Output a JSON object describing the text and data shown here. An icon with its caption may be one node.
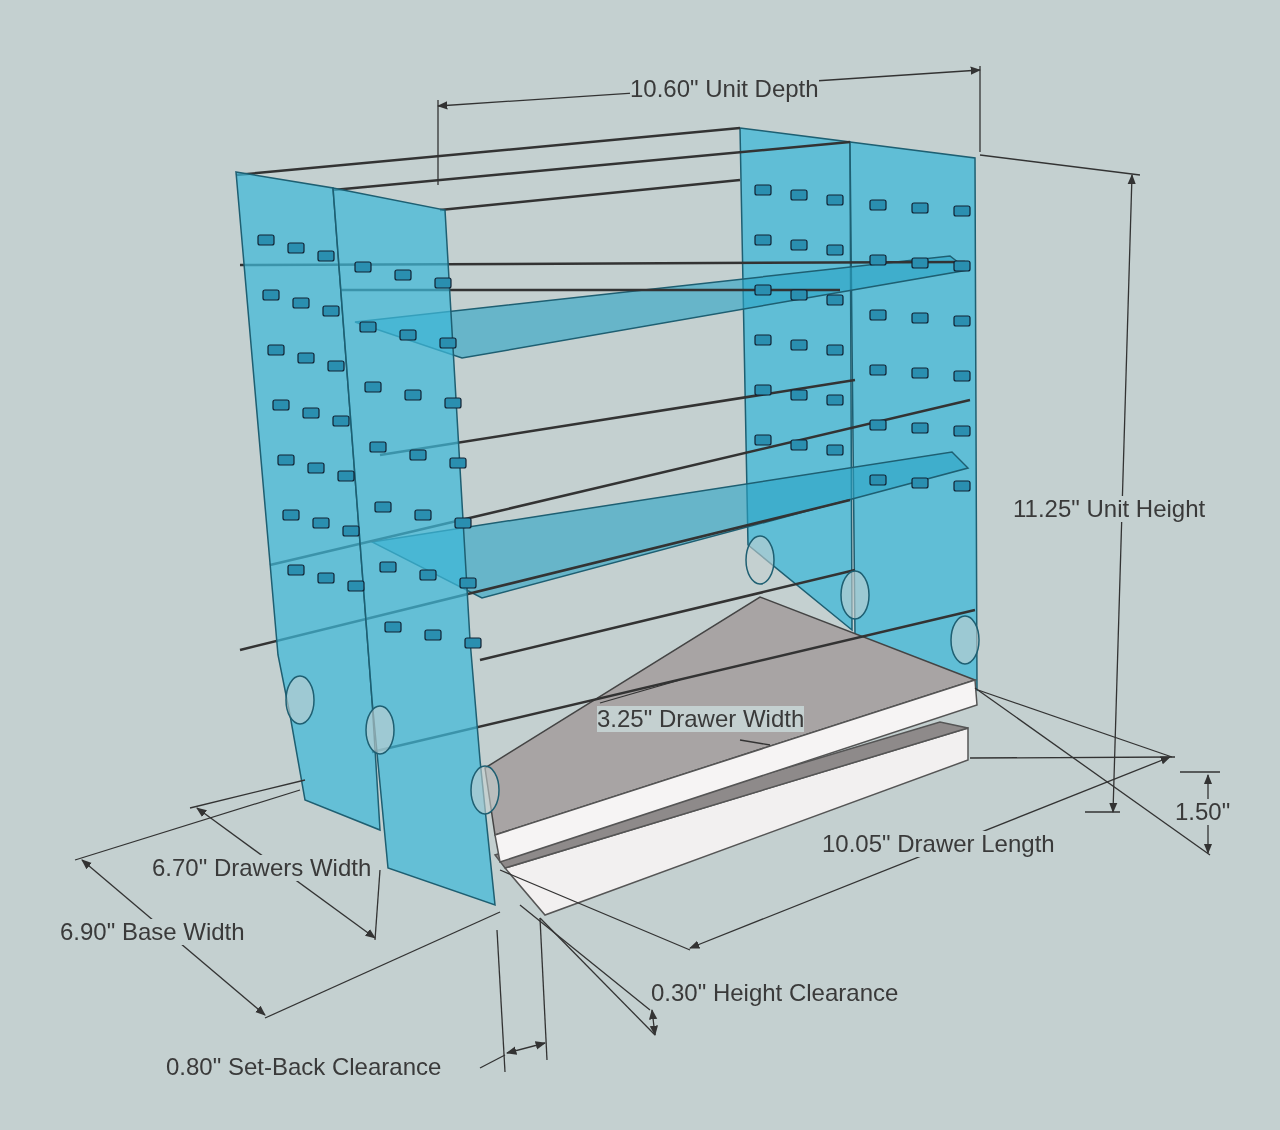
{
  "diagram": {
    "labels": [
      "10.60\" Unit Depth",
      "11.25\" Unit Height",
      "3.25\" Drawer Width",
      "1.50\"",
      "10.05\" Drawer Length",
      "6.70\" Drawers Width",
      "6.90\" Base Width",
      "0.30\" Height Clearance",
      "0.80\" Set-Back Clearance"
    ]
  }
}
